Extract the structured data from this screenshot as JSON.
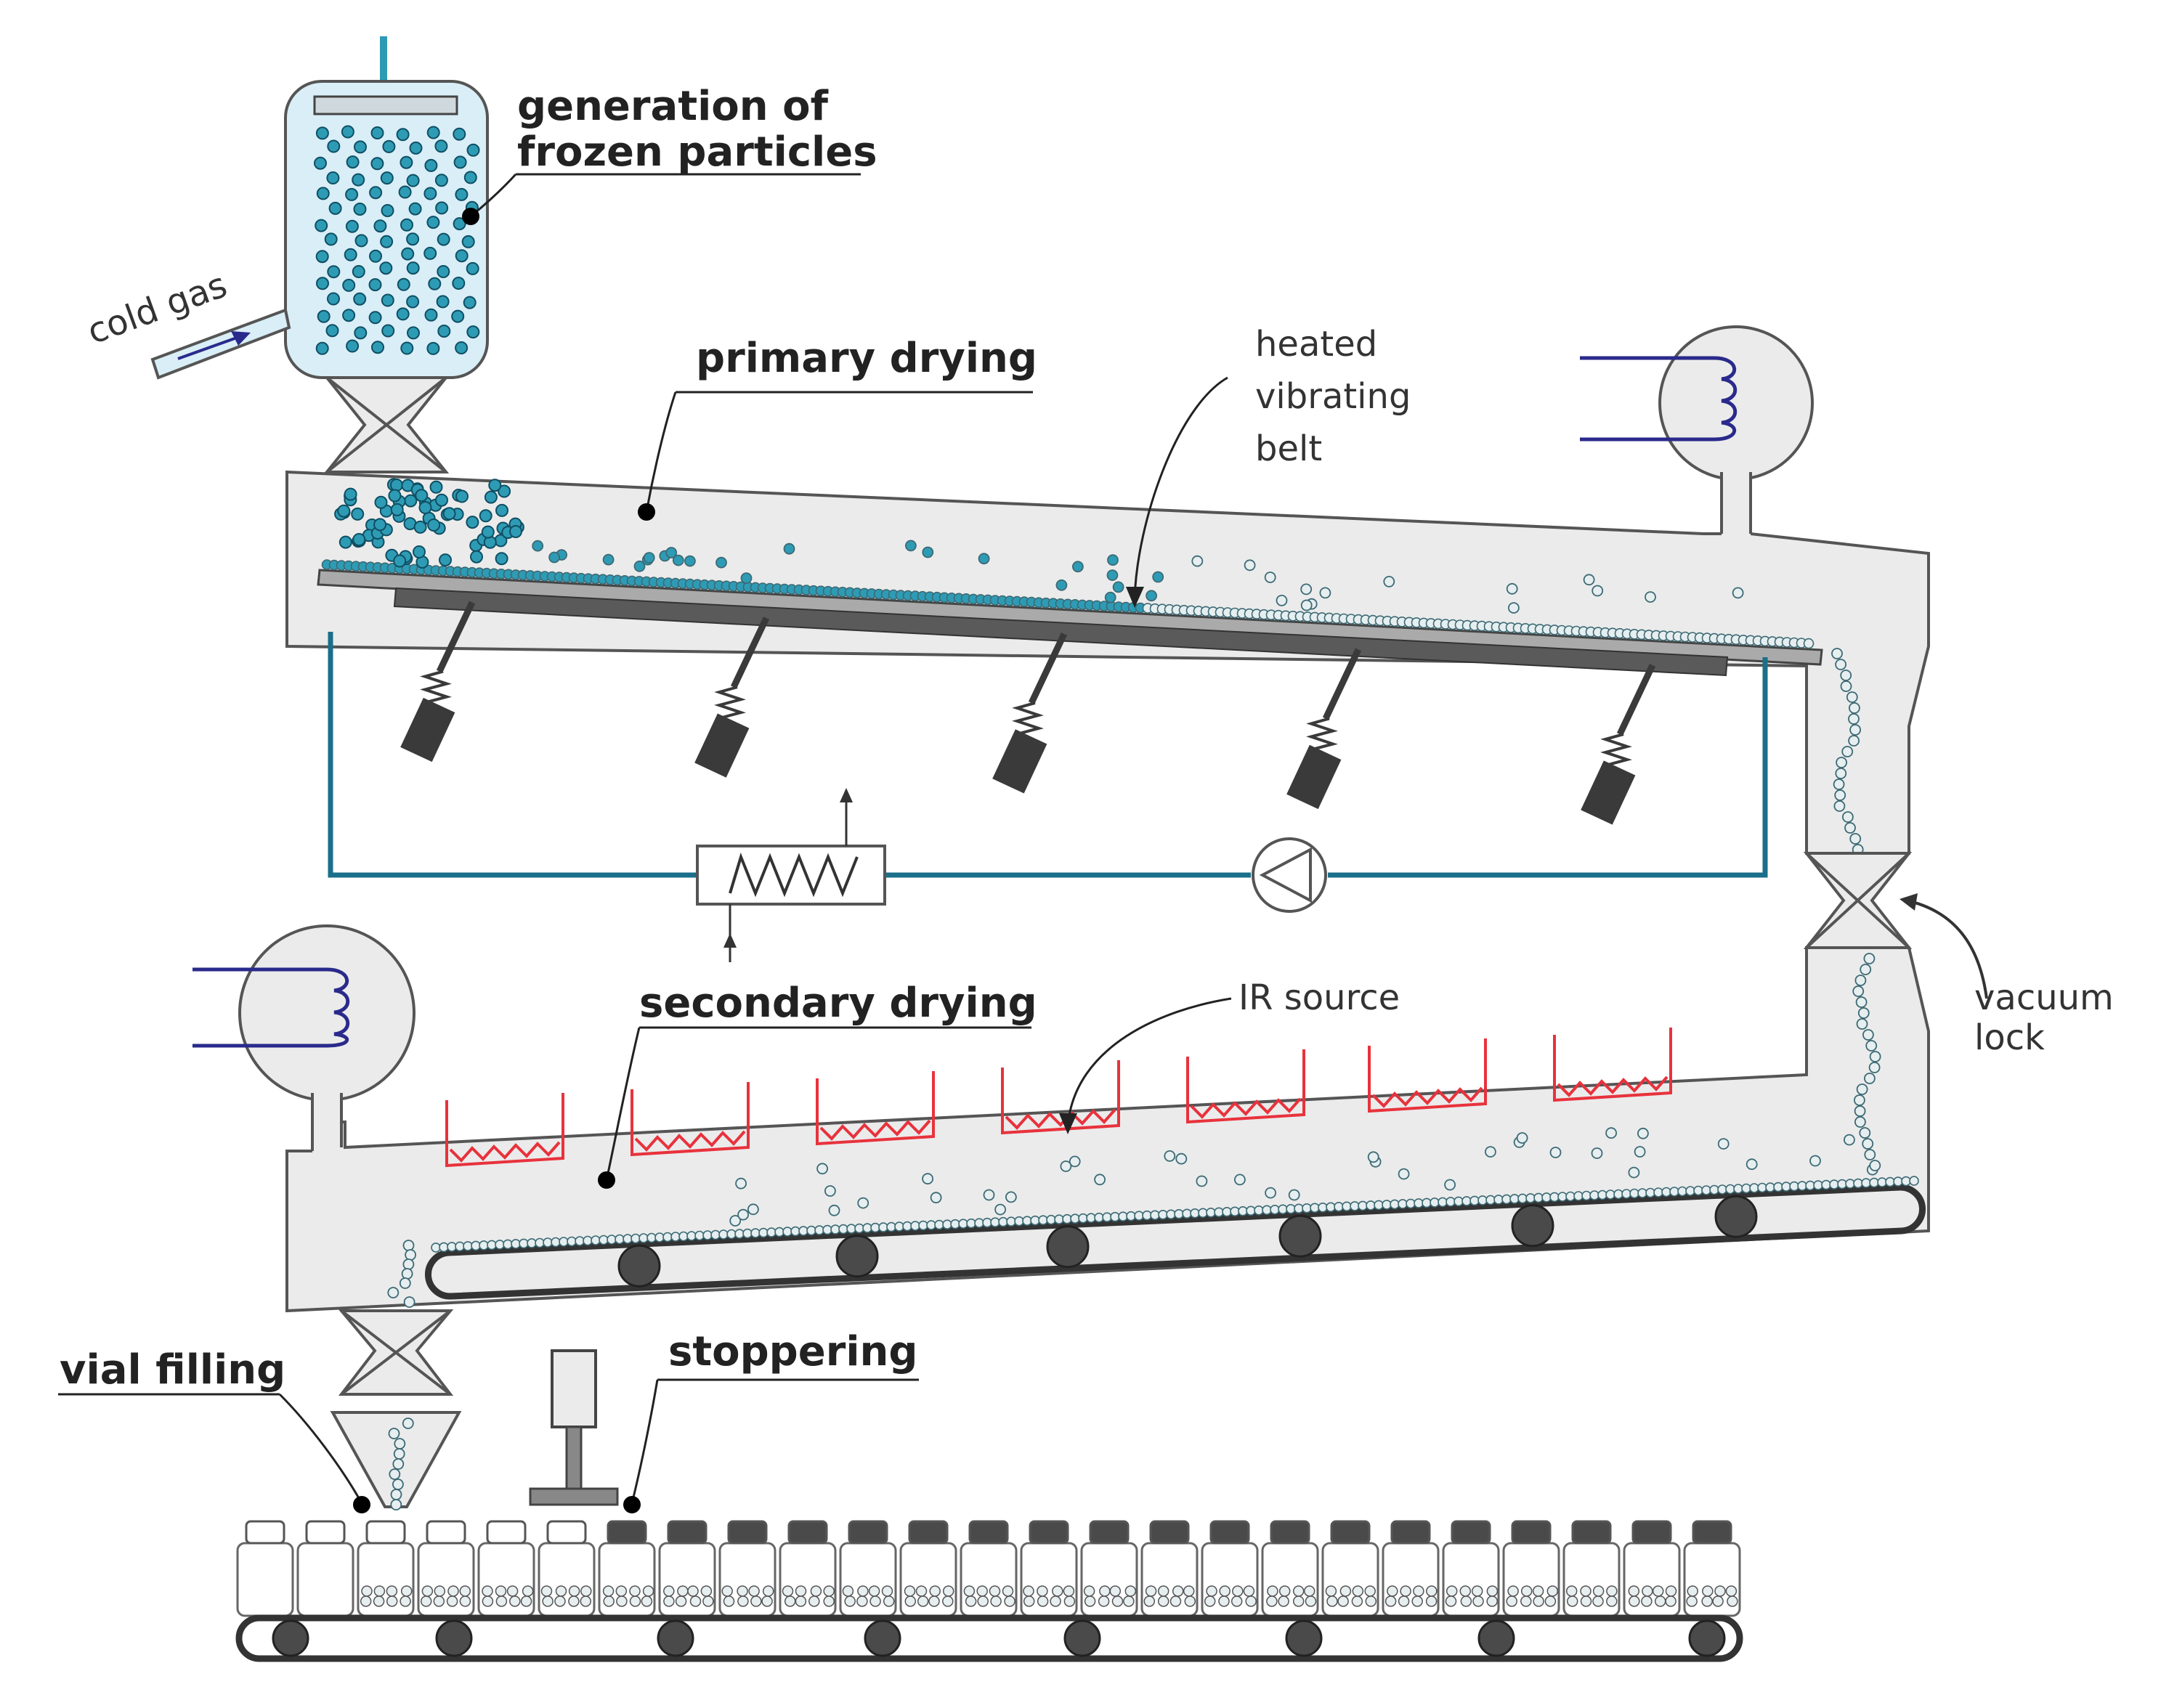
{
  "labels": {
    "generation_line1": "generation of",
    "generation_line2": "frozen particles",
    "cold_gas": "cold gas",
    "primary_drying": "primary drying",
    "heated_line1": "heated",
    "heated_line2": "vibrating",
    "heated_line3": "belt",
    "vacuum_line1": "vacuum",
    "vacuum_line2": "lock",
    "secondary_drying": "secondary drying",
    "ir_source": "IR source",
    "vial_filling": "vial filling",
    "stoppering": "stoppering"
  },
  "colors": {
    "chamber_fill": "#ebebeb",
    "chamber_stroke": "#555555",
    "frozen_particle": "#2e9bb5",
    "dried_particle": "#e6eef0",
    "coolant_loop": "#1a6f8a",
    "condenser_coil": "#2a2a8c",
    "ir_heater": "#e8323c",
    "mechanism": "#3a3a3a",
    "tank_fill": "#d9eef7"
  },
  "counts": {
    "vibrators": 5,
    "ir_heaters": 7,
    "vials": 25
  }
}
